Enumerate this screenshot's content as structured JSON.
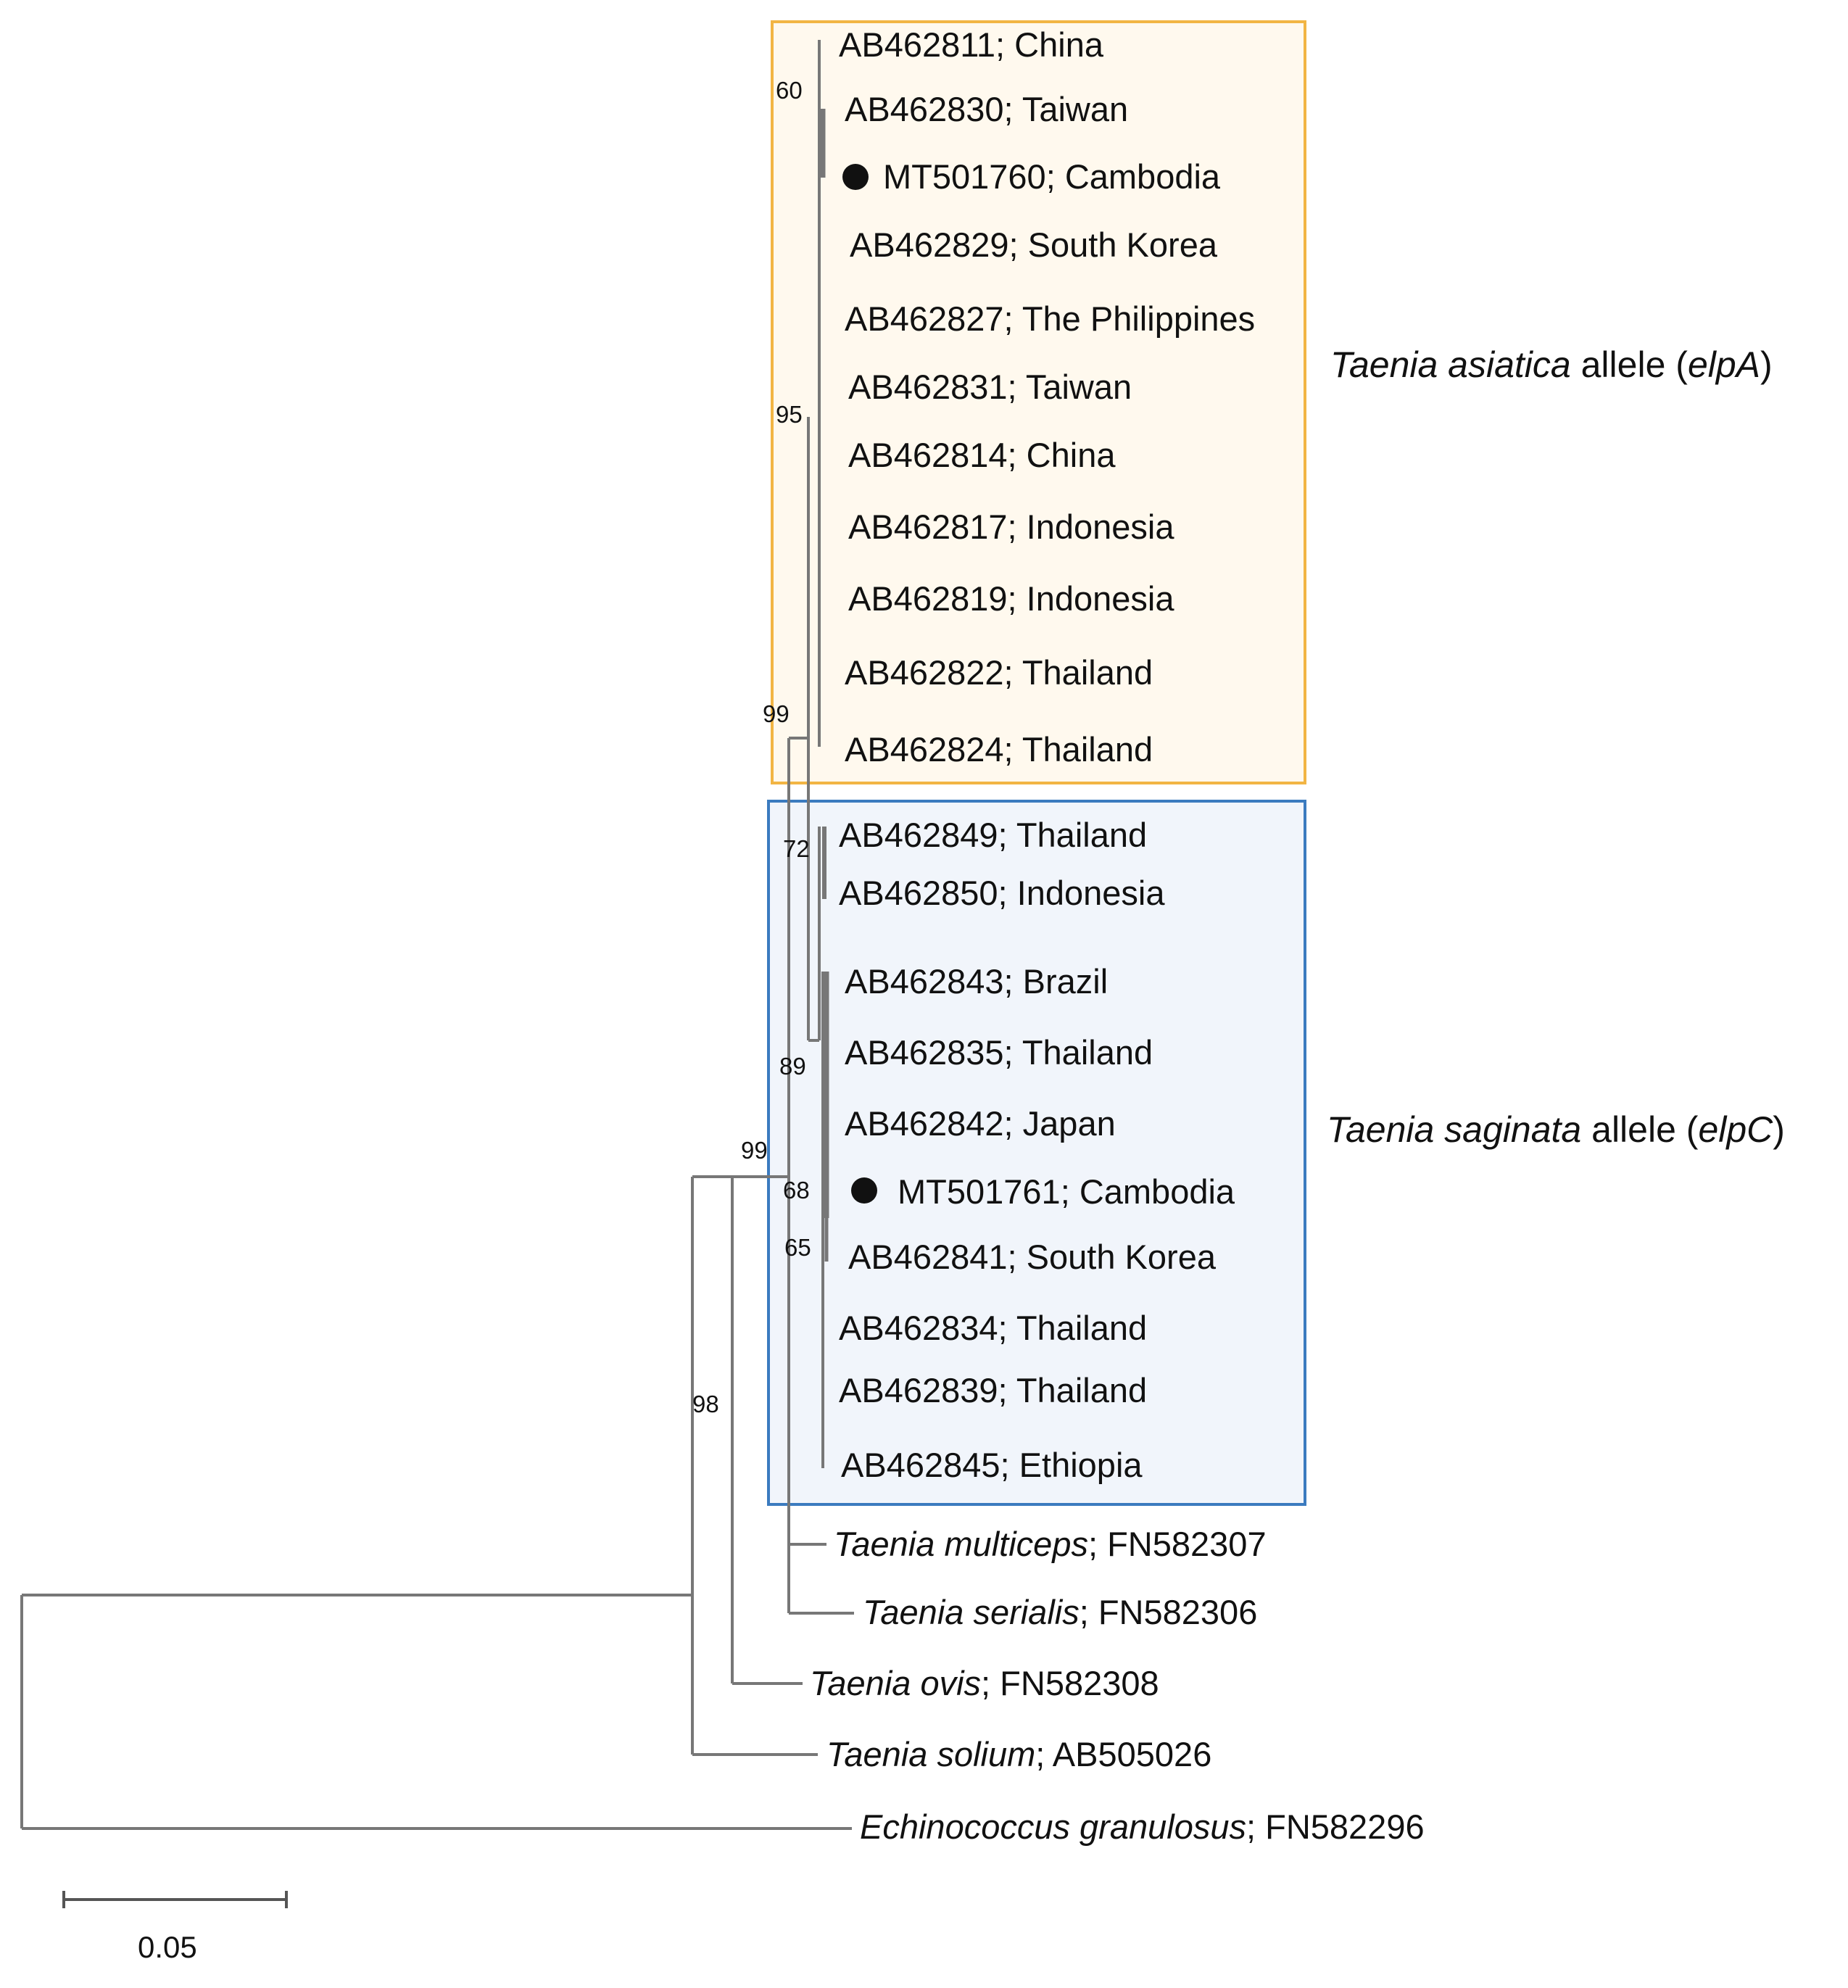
{
  "colors": {
    "asiatica_box_border": "#F2B544",
    "asiatica_box_fill": "#FFF9EE",
    "saginata_box_border": "#3B7BBF",
    "saginata_box_fill": "#F1F5FB",
    "branch": "#777777",
    "marker": "#111111"
  },
  "clades": {
    "asiatica": {
      "species": "Taenia asiatica",
      "word": "allele",
      "open": "(",
      "gene": "elpA",
      "close": ")"
    },
    "saginata": {
      "species": "Taenia saginata",
      "word": "allele",
      "open": "(",
      "gene": "elpC",
      "close": ")"
    }
  },
  "taxa": {
    "a1": {
      "accession": "AB462811",
      "sep": "; ",
      "country": "China"
    },
    "a2": {
      "accession": "AB462830",
      "sep": "; ",
      "country": "Taiwan"
    },
    "a3": {
      "accession": "MT501760",
      "sep": "; ",
      "country": "Cambodia",
      "marker": "filled-circle"
    },
    "a4": {
      "accession": "AB462829",
      "sep": "; ",
      "country": "South Korea"
    },
    "a5": {
      "accession": "AB462827",
      "sep": "; ",
      "country": "The Philippines"
    },
    "a6": {
      "accession": "AB462831",
      "sep": "; ",
      "country": "Taiwan"
    },
    "a7": {
      "accession": "AB462814",
      "sep": "; ",
      "country": "China"
    },
    "a8": {
      "accession": "AB462817",
      "sep": "; ",
      "country": "Indonesia"
    },
    "a9": {
      "accession": "AB462819",
      "sep": "; ",
      "country": "Indonesia"
    },
    "a10": {
      "accession": "AB462822",
      "sep": "; ",
      "country": "Thailand"
    },
    "a11": {
      "accession": "AB462824",
      "sep": "; ",
      "country": "Thailand"
    },
    "s1": {
      "accession": "AB462849",
      "sep": "; ",
      "country": "Thailand"
    },
    "s2": {
      "accession": "AB462850",
      "sep": "; ",
      "country": "Indonesia"
    },
    "s3": {
      "accession": "AB462843",
      "sep": "; ",
      "country": "Brazil"
    },
    "s4": {
      "accession": "AB462835",
      "sep": "; ",
      "country": "Thailand"
    },
    "s5": {
      "accession": "AB462842",
      "sep": "; ",
      "country": "Japan"
    },
    "s6": {
      "accession": "MT501761",
      "sep": "; ",
      "country": "Cambodia",
      "marker": "filled-circle"
    },
    "s7": {
      "accession": "AB462841",
      "sep": "; ",
      "country": "South Korea"
    },
    "s8": {
      "accession": "AB462834",
      "sep": "; ",
      "country": "Thailand"
    },
    "s9": {
      "accession": "AB462839",
      "sep": "; ",
      "country": "Thailand"
    },
    "s10": {
      "accession": "AB462845",
      "sep": "; ",
      "country": "Ethiopia"
    },
    "o1": {
      "species": "Taenia multiceps",
      "sep": "; ",
      "accession": "FN582307"
    },
    "o2": {
      "species": "Taenia serialis",
      "sep": "; ",
      "accession": "FN582306"
    },
    "o3": {
      "species": "Taenia ovis",
      "sep": "; ",
      "accession": "FN582308"
    },
    "o4": {
      "species": "Taenia solium",
      "sep": "; ",
      "accession": "AB505026"
    },
    "o5": {
      "species": "Echinococcus granulosus",
      "sep": "; ",
      "accession": "FN582296"
    }
  },
  "bootstrap": {
    "b60": "60",
    "b95": "95",
    "b99_top": "99",
    "b72": "72",
    "b89": "89",
    "b99_mid": "99",
    "b68": "68",
    "b65": "65",
    "b98": "98"
  },
  "scale_bar": {
    "value": 0.05,
    "label": "0.05"
  }
}
